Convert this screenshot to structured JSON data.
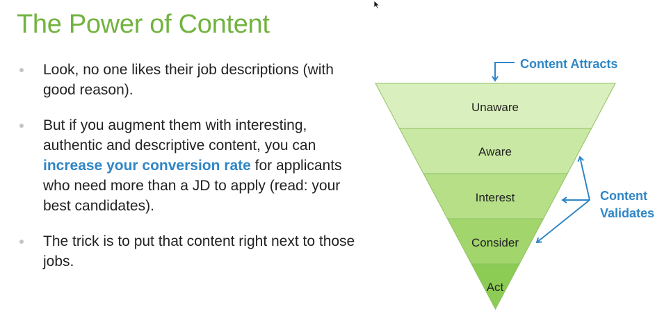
{
  "slide": {
    "title": "The Power of Content",
    "bullets": [
      {
        "text_before": "Look, no one likes their job descriptions (with good reason).",
        "highlight": "",
        "text_after": ""
      },
      {
        "text_before": "But if you augment them with interesting, authentic and descriptive content, you can ",
        "highlight": "increase your conversion rate",
        "text_after": " for applicants who need more than a JD to apply (read: your best candidates)."
      },
      {
        "text_before": "The trick is to put that content right next to those jobs.",
        "highlight": "",
        "text_after": ""
      }
    ]
  },
  "funnel": {
    "stages": [
      {
        "label": "Unaware",
        "color": "#d9efbd"
      },
      {
        "label": "Aware",
        "color": "#c9e8a3"
      },
      {
        "label": "Interest",
        "color": "#b6df87"
      },
      {
        "label": "Consider",
        "color": "#a2d66c"
      },
      {
        "label": "Act",
        "color": "#8ccc55"
      }
    ],
    "callouts": {
      "attracts": "Content Attracts",
      "validates_line1": "Content",
      "validates_line2": "Validates"
    },
    "colors": {
      "accent": "#2f86c6",
      "title_green": "#72b33f",
      "funnel_border": "#8fc163"
    }
  }
}
